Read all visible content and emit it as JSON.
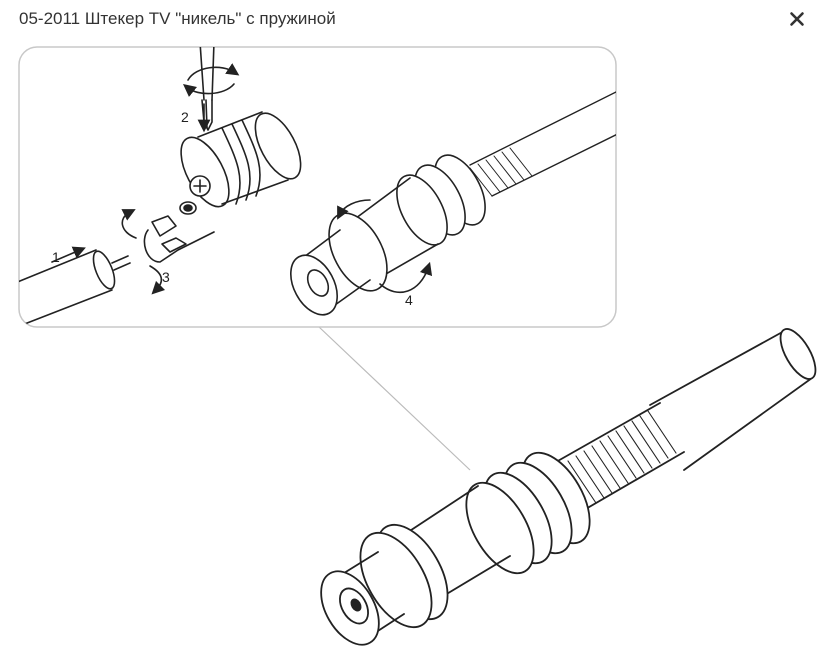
{
  "modal": {
    "title": "05-2011 Штекер TV \"никель\" с пружиной",
    "close_icon": "close-icon"
  },
  "illustration": {
    "step_labels": [
      "1",
      "2",
      "3",
      "4"
    ],
    "line_color": "#222222",
    "inset_border_color": "#c8c8c8"
  }
}
